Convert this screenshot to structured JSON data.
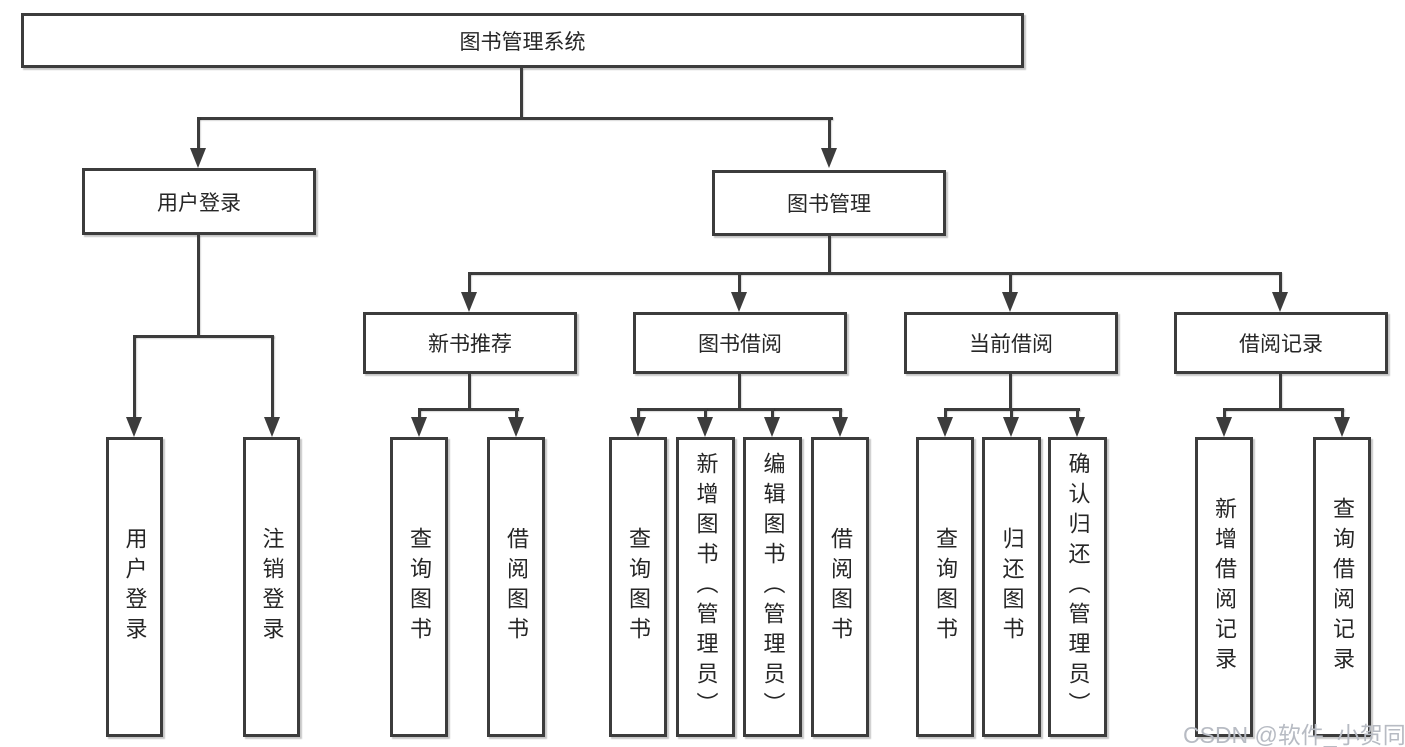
{
  "diagram": {
    "type": "hierarchy",
    "root": "图书管理系统",
    "level2": [
      "用户登录",
      "图书管理"
    ],
    "level3": [
      "新书推荐",
      "图书借阅",
      "当前借阅",
      "借阅记录"
    ],
    "userLoginLeaves": [
      "用户登录",
      "注销登录"
    ],
    "newBookLeaves": [
      "查询图书",
      "借阅图书"
    ],
    "bookBorrowLeaves": [
      "查询图书",
      "新增图书（管理员）",
      "编辑图书（管理员）",
      "借阅图书"
    ],
    "currentBorrowLeaves": [
      "查询图书",
      "归还图书",
      "确认归还（管理员）"
    ],
    "recordLeaves": [
      "新增借阅记录",
      "查询借阅记录"
    ],
    "colors": {
      "line": "#3c3c3c",
      "text": "#262626",
      "background": "#ffffff",
      "watermark": "#b7bbc3"
    }
  },
  "watermark": "CSDN @软件_小贺同学"
}
